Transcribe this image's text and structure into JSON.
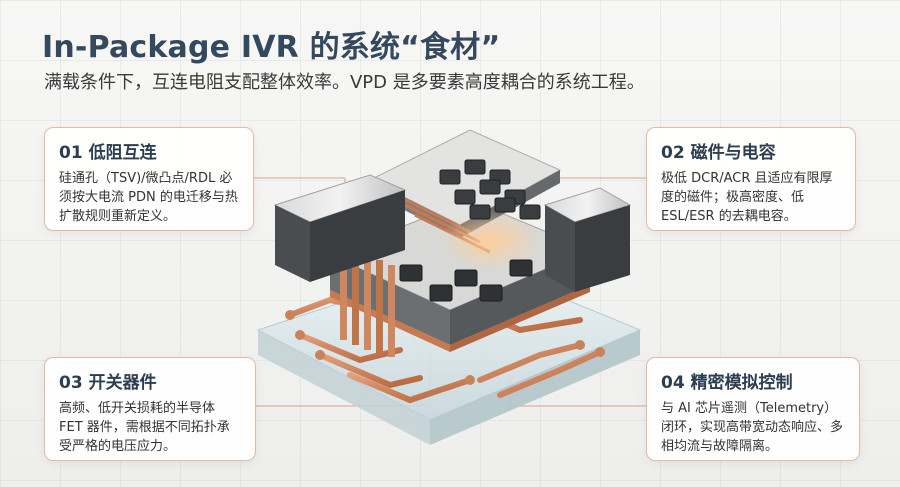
{
  "header": {
    "title": "In-Package IVR 的系统“食材”",
    "subtitle": "满载条件下，互连电阻支配整体效率。VPD 是多要素高度耦合的系统工程。"
  },
  "cards": [
    {
      "title": "01 低阻互连",
      "body": "硅通孔（TSV)/微凸点/RDL 必须按大电流 PDN 的电迁移与热扩散规则重新定义。"
    },
    {
      "title": "02 磁件与电容",
      "body": "极低 DCR/ACR 且适应有限厚度的磁件；极高密度、低 ESL/ESR 的去耦电容。"
    },
    {
      "title": "03 开关器件",
      "body": "高频、低开关损耗的半导体 FET 器件，需根据不同拓扑承受严格的电压应力。"
    },
    {
      "title": "04 精密模拟控制",
      "body": "与 AI 芯片遥测（Telemetry）闭环，实现高带宽动态响应、多相均流与故障隔离。"
    }
  ],
  "colors": {
    "title": "#34495e",
    "card_border": "#e3b9a2",
    "copper": "#c8794f",
    "glass": "#d9e6ea"
  },
  "icons": [
    "package-illustration"
  ]
}
